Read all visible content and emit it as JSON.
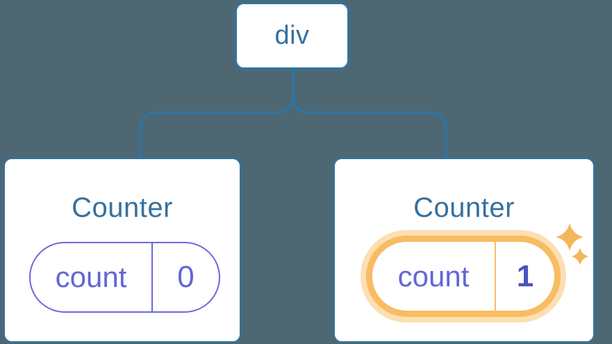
{
  "colors": {
    "background": "#4D6873",
    "line_blue": "#2F74A5",
    "text_blue": "#35719F",
    "card_bg": "#FFFFFF",
    "state_purple": "#6365D9",
    "state_purple_border": "#6B68DB",
    "state_value_bold": "#4C53C0",
    "highlight_orange": "#F8BC62",
    "highlight_halo": "#FCDFB2",
    "sparkle_orange": "#F4B65A"
  },
  "icons": {
    "sparkles": "two four-point sparkle stars"
  },
  "tree": {
    "root": {
      "label": "div"
    },
    "children": [
      {
        "title": "Counter",
        "state_key": "count",
        "state_value": "0",
        "highlighted": false
      },
      {
        "title": "Counter",
        "state_key": "count",
        "state_value": "1",
        "highlighted": true
      }
    ]
  }
}
